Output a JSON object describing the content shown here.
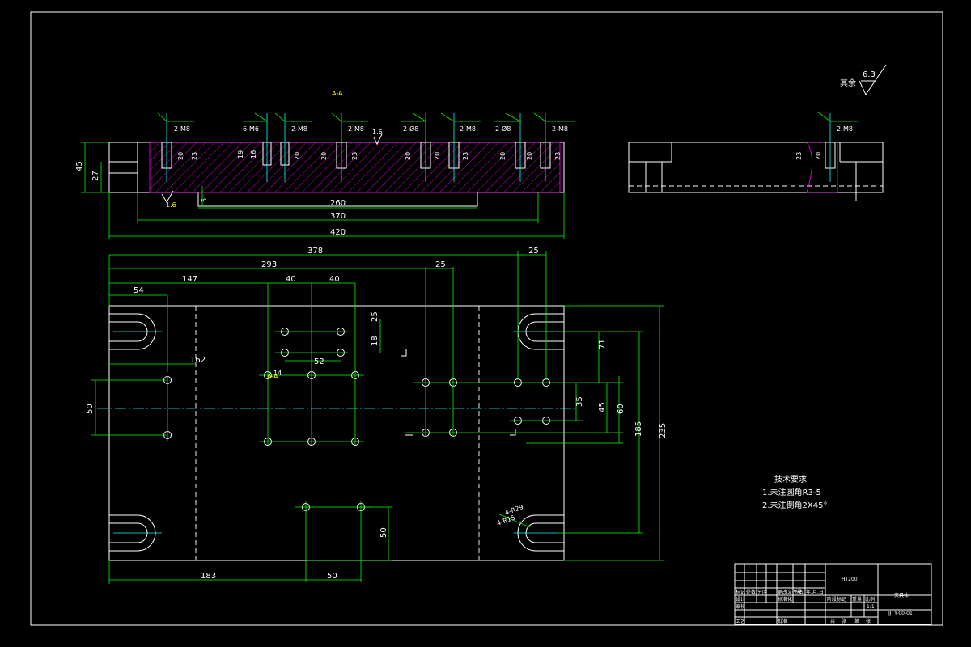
{
  "surface_finish": {
    "label": "其余",
    "value": "6.3"
  },
  "section_labels": {
    "top_mark": "A-A",
    "m8": "2-M8",
    "m6": "6-M6",
    "d8": "2-Ø8",
    "d8b": "2-Ø8",
    "ra": "1.6",
    "ra_bottom": "1.6",
    "depth20": "20",
    "depth23": "23",
    "depth16": "16",
    "depth19": "19"
  },
  "section_dims": {
    "d45": "45",
    "d27": "27",
    "d5": "5",
    "d260": "260",
    "d370": "370",
    "d420": "420"
  },
  "plan_dims": {
    "d378": "378",
    "d293": "293",
    "d25a": "25",
    "d25b": "25",
    "d147": "147",
    "d40a": "40",
    "d40b": "40",
    "d54": "54",
    "d162": "162",
    "d25v": "25",
    "d18": "18",
    "d52": "52",
    "d14": "14",
    "d50v": "50",
    "d71": "71",
    "d35": "35",
    "d45v": "45",
    "d60": "60",
    "d185": "185",
    "d235": "235",
    "d183": "183",
    "d50h": "50",
    "d50b": "50",
    "r15": "4-R15",
    "r29": "4-R29"
  },
  "tech_notes": {
    "title": "技术要求",
    "items": [
      "1.未注圆角R3-5",
      "2.未注倒角2X45°"
    ]
  },
  "title_block": {
    "material": "HT200",
    "part_name": "夹具体",
    "drawing_no": "JJTY-00-01",
    "scale": "1:1",
    "cells": [
      "标记",
      "处数",
      "分区",
      "更改文件号",
      "签名",
      "年.月.日",
      "设计",
      "标准化",
      "阶段标记",
      "重量",
      "比例",
      "审核",
      "工艺",
      "批准",
      "共",
      "张",
      "第",
      "张"
    ]
  }
}
